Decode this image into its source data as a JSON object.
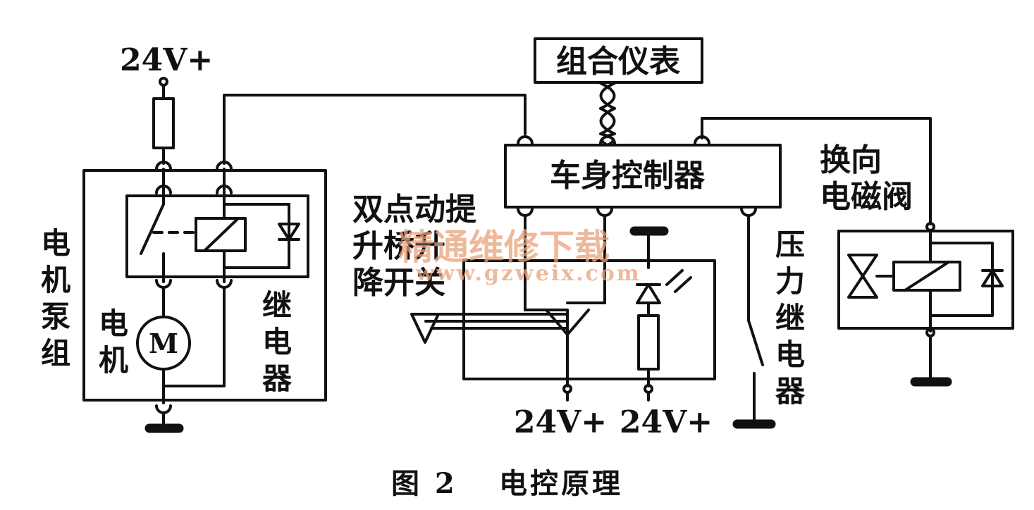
{
  "diagram": {
    "top_supply": "24V+",
    "motor_pump_group": "电机泵组",
    "motor": "电机",
    "motor_symbol": "M",
    "relay": "继电器",
    "instrument_cluster": "组合仪表",
    "body_controller": "车身控制器",
    "switch_label_line1": "双点动提",
    "switch_label_line2": "升桥升",
    "switch_label_line3": "降开关",
    "bottom_supply_left": "24V+",
    "bottom_supply_right": "24V+",
    "pressure_relay": "压力继电器",
    "reversing_valve_line1": "换向",
    "reversing_valve_line2": "电磁阀",
    "watermark_cn": "精通维修下载",
    "watermark_url": "www.gzweix.com"
  },
  "caption": {
    "figure_number": "图 2",
    "title": "电控原理"
  }
}
